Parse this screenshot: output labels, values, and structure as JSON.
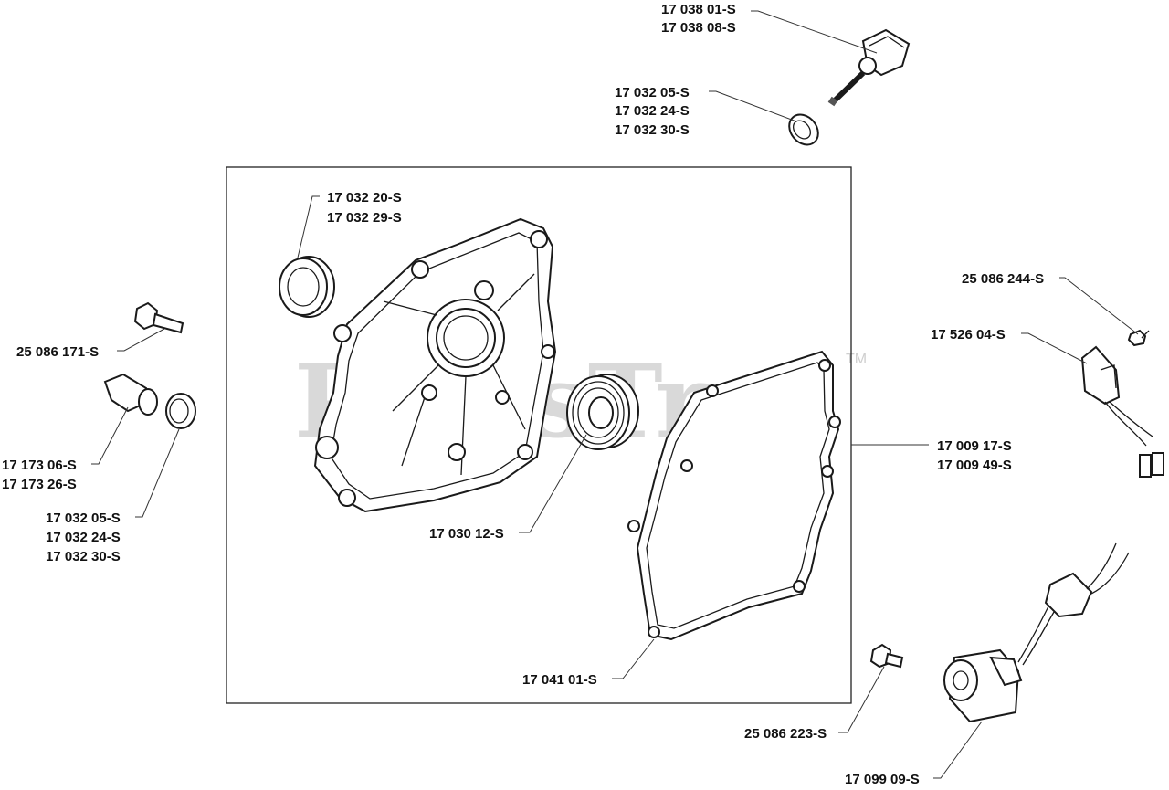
{
  "watermark": {
    "text": "PartsTree",
    "tm": "TM"
  },
  "labels": {
    "dipstick": [
      "17 038 01-S",
      "17 038 08-S"
    ],
    "dipstick_washer": [
      "17 032 05-S",
      "17 032 24-S",
      "17 032 30-S"
    ],
    "oil_seal": [
      "17 032 20-S",
      "17 032 29-S"
    ],
    "bolt_left": "25 086 171-S",
    "drain_plug": [
      "17 173 06-S",
      "17 173 26-S"
    ],
    "drain_washer": [
      "17 032 05-S",
      "17 032 24-S",
      "17 032 30-S"
    ],
    "bearing": "17 030 12-S",
    "gasket_top": [
      "17 009 17-S",
      "17 009 49-S"
    ],
    "gasket_bottom": "17 041 01-S",
    "screw_right": "25 086 244-S",
    "oil_switch": "17 526 04-S",
    "bolt_bottom": "25 086 223-S",
    "oil_sensor": "17 099 09-S"
  }
}
